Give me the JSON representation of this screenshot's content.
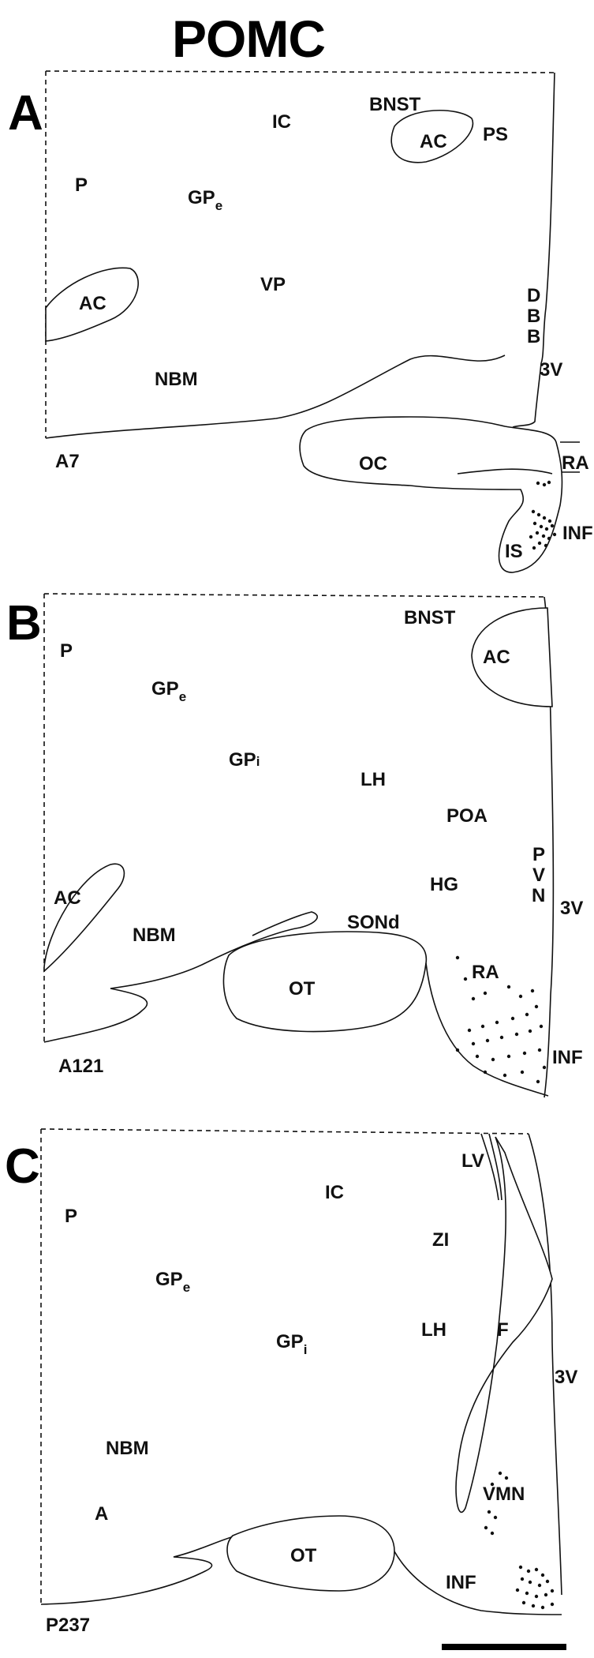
{
  "title": "POMC",
  "panels": [
    {
      "letter": "A",
      "section_label": "A7",
      "labels": {
        "ic": "IC",
        "bnst": "BNST",
        "ac_top": "AC",
        "ps": "PS",
        "p": "P",
        "gpe_main": "GP",
        "gpe_sub": "e",
        "ac_left": "AC",
        "vp": "VP",
        "dbb_d": "D",
        "dbb_b1": "B",
        "dbb_b2": "B",
        "v3": "3V",
        "nbm": "NBM",
        "oc": "OC",
        "ra": "RA",
        "is": "IS",
        "inf": "INF"
      }
    },
    {
      "letter": "B",
      "section_label": "A121",
      "labels": {
        "bnst": "BNST",
        "p": "P",
        "ac_top": "AC",
        "gpe_main": "GP",
        "gpe_sub": "e",
        "gpi_main": "GP",
        "gpi_sub": "i",
        "lh": "LH",
        "poa": "POA",
        "pvn_p": "P",
        "pvn_v": "V",
        "pvn_n": "N",
        "hg": "HG",
        "ac_left": "AC",
        "v3": "3V",
        "nbm": "NBM",
        "sond": "SONd",
        "ot": "OT",
        "ra": "RA",
        "inf": "INF"
      }
    },
    {
      "letter": "C",
      "section_label": "P237",
      "labels": {
        "lv": "LV",
        "p": "P",
        "ic": "IC",
        "zi": "ZI",
        "gpe_main": "GP",
        "gpe_sub": "e",
        "lh": "LH",
        "f": "F",
        "gpi_main": "GP",
        "gpi_sub": "i",
        "v3": "3V",
        "nbm": "NBM",
        "vmn": "VMN",
        "a": "A",
        "ot": "OT",
        "inf": "INF"
      }
    }
  ]
}
